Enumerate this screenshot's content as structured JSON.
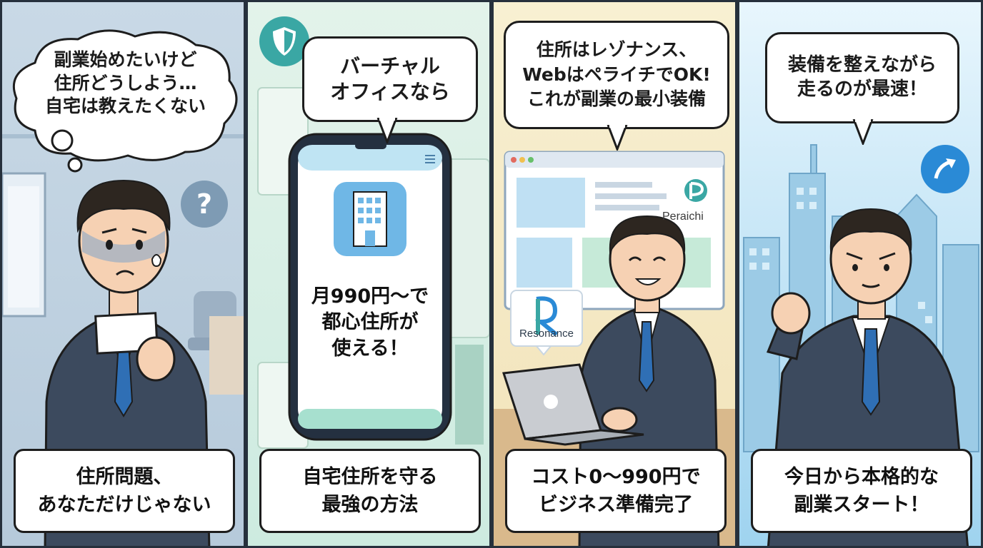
{
  "panels": [
    {
      "thought": [
        "副業始めたいけど",
        "住所どうしよう…",
        "自宅は教えたくない"
      ],
      "question_mark": "?",
      "caption": [
        "住所問題、",
        "あなただけじゃない"
      ]
    },
    {
      "speech": [
        "バーチャル",
        "オフィスなら"
      ],
      "phone_text": [
        "月990円〜で",
        "都心住所が",
        "使える！"
      ],
      "caption": [
        "自宅住所を守る",
        "最強の方法"
      ],
      "icons": [
        "shield-icon",
        "building-icon",
        "menu-icon"
      ]
    },
    {
      "speech": [
        "住所はレゾナンス、",
        "WebはペライチでOK!",
        "これが副業の最小装備"
      ],
      "logo_peraichi": "Peraichi",
      "logo_resonance": "Resonance",
      "caption": [
        "コスト0〜990円で",
        "ビジネス準備完了"
      ]
    },
    {
      "speech": [
        "装備を整えながら",
        "走るのが最速！"
      ],
      "caption": [
        "今日から本格的な",
        "副業スタート！"
      ],
      "icons": [
        "arrow-up-right-icon"
      ]
    }
  ],
  "colors": {
    "outline": "#1d1d1d",
    "suit": "#3c4a5e",
    "tie": "#2f6fb5",
    "skin": "#f6d1b3",
    "hair": "#2d2620",
    "accent_teal": "#3aa7a4",
    "accent_blue": "#2a8ad6"
  }
}
